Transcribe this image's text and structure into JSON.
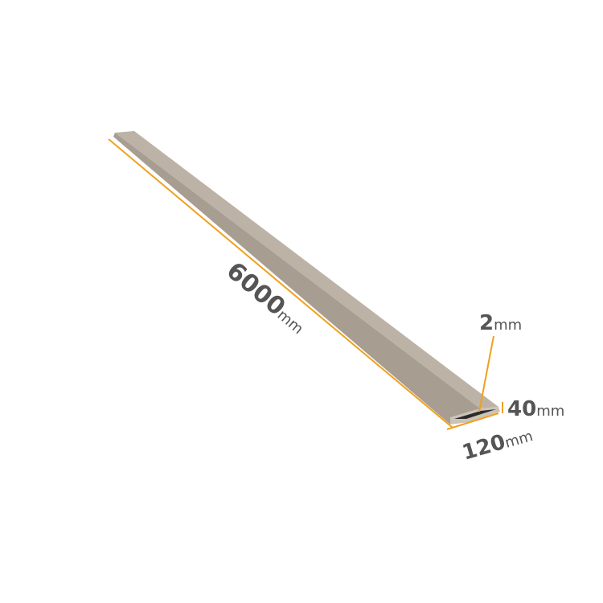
{
  "colors": {
    "dimension_line": "#f0a020",
    "leader_line": "#f0a020",
    "text": "#555555",
    "bar_top": "#bcb2a6",
    "bar_side": "#a79d91",
    "bar_end": "#cbc3b8",
    "bar_hollow": "#2b2b2b"
  },
  "dimensions": {
    "length": {
      "value": "6000",
      "unit": "mm"
    },
    "thickness": {
      "value": "2",
      "unit": "mm"
    },
    "height": {
      "value": "40",
      "unit": "mm"
    },
    "width": {
      "value": "120",
      "unit": "mm"
    }
  }
}
